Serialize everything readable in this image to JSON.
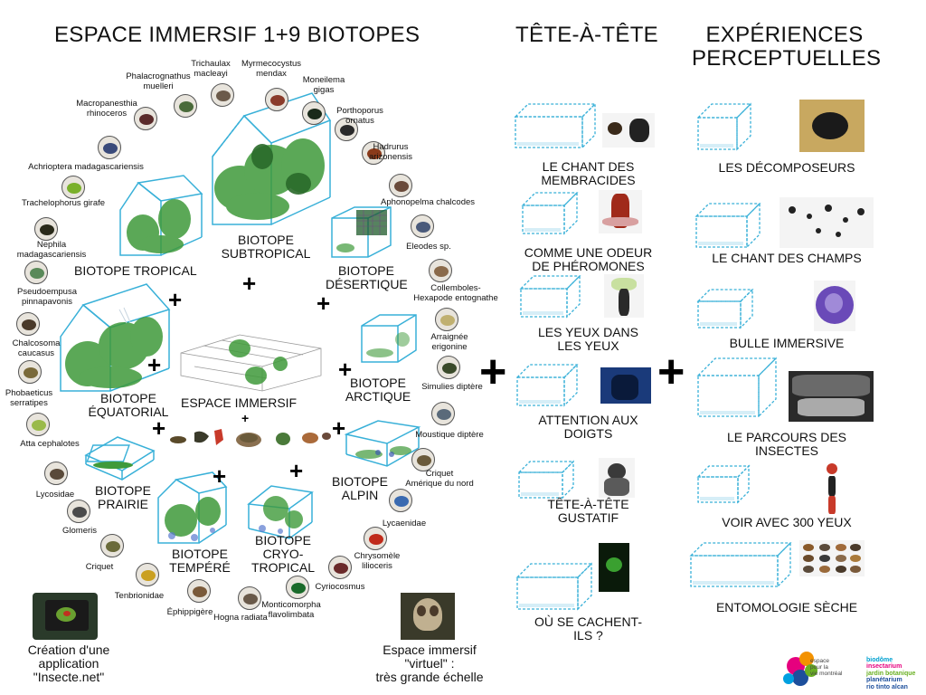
{
  "headers": {
    "immersive": "ESPACE IMMERSIF 1+9 BIOTOPES",
    "tete": "TÊTE-À-TÊTE",
    "experiences_1": "EXPÉRIENCES",
    "experiences_2": "PERCEPTUELLES"
  },
  "biotopes": {
    "subtropical_1": "BIOTOPE",
    "subtropical_2": "SUBTROPICAL",
    "tropical": "BIOTOPE TROPICAL",
    "desertique_1": "BIOTOPE",
    "desertique_2": "DÉSERTIQUE",
    "equatorial_1": "BIOTOPE",
    "equatorial_2": "ÉQUATORIAL",
    "espace": "ESPACE IMMERSIF",
    "arctique_1": "BIOTOPE",
    "arctique_2": "ARCTIQUE",
    "prairie_1": "BIOTOPE",
    "prairie_2": "PRAIRIE",
    "alpin_1": "BIOTOPE",
    "alpin_2": "ALPIN",
    "tempere_1": "BIOTOPE",
    "tempere_2": "TEMPÉRÉ",
    "cryo_1": "BIOTOPE",
    "cryo_2": "CRYO-",
    "cryo_3": "TROPICAL"
  },
  "species": [
    {
      "l1": "Trichaulax",
      "l2": "macleayi",
      "color": "#6b5a4a"
    },
    {
      "l1": "Myrmecocystus",
      "l2": "mendax",
      "color": "#8a3b2a"
    },
    {
      "l1": "Phalacrognathus",
      "l2": "muelleri",
      "color": "#4a6a3a"
    },
    {
      "l1": "Moneilema",
      "l2": "gigas",
      "color": "#1a2a1a"
    },
    {
      "l1": "Macropanesthia",
      "l2": "rhinoceros",
      "color": "#5a2a2a"
    },
    {
      "l1": "Porthoporus",
      "l2": "ornatus",
      "color": "#2a2a2a"
    },
    {
      "l1": "Hadrurus",
      "l2": "arizonensis",
      "color": "#8a3a1a"
    },
    {
      "l1": "Achrioptera madagascariensis",
      "l2": "",
      "color": "#3a4a7a"
    },
    {
      "l1": "Trachelophorus girafe",
      "l2": "",
      "color": "#7ab02a"
    },
    {
      "l1": "Aphonopelma chalcodes",
      "l2": "",
      "color": "#6a4a3a"
    },
    {
      "l1": "Nephila",
      "l2": "madagascariensis",
      "color": "#2a2a1a"
    },
    {
      "l1": "Eleodes sp.",
      "l2": "",
      "color": "#4a5a7a"
    },
    {
      "l1": "Pseudoempusa",
      "l2": "pinnapavonis",
      "color": "#5a8a5a"
    },
    {
      "l1": "Collemboles-",
      "l2": "Hexapode entognathe",
      "color": "#8a6a4a"
    },
    {
      "l1": "Chalcosoma",
      "l2": "caucasus",
      "color": "#4a3a2a"
    },
    {
      "l1": "Arraignée",
      "l2": "erigonine",
      "color": "#c0b070"
    },
    {
      "l1": "Phobaeticus",
      "l2": "serratipes",
      "color": "#7a6a3a"
    },
    {
      "l1": "Simulies diptère",
      "l2": "",
      "color": "#3a4a2a"
    },
    {
      "l1": "Atta cephalotes",
      "l2": "",
      "color": "#9aba4a"
    },
    {
      "l1": "Moustique diptère",
      "l2": "",
      "color": "#5a6a7a"
    },
    {
      "l1": "Criquet",
      "l2": "Amérique du nord",
      "color": "#6a5a3a"
    },
    {
      "l1": "Lycosidae",
      "l2": "",
      "color": "#5a4a3a"
    },
    {
      "l1": "Lycaenidae",
      "l2": "",
      "color": "#3a6ab0"
    },
    {
      "l1": "Glomeris",
      "l2": "",
      "color": "#4a4a4a"
    },
    {
      "l1": "Chrysomèle",
      "l2": "lilioceris",
      "color": "#c02a1a"
    },
    {
      "l1": "Criquet",
      "l2": "",
      "color": "#6a6a3a"
    },
    {
      "l1": "Cyriocosmus",
      "l2": "",
      "color": "#6a2a2a"
    },
    {
      "l1": "Tenbrionidae",
      "l2": "",
      "color": "#caa020"
    },
    {
      "l1": "Monticomorpha",
      "l2": "flavolimbata",
      "color": "#1a6a2a"
    },
    {
      "l1": "Éphippigère",
      "l2": "",
      "color": "#7a5a3a"
    },
    {
      "l1": "Hogna radiata",
      "l2": "",
      "color": "#6a5a4a"
    }
  ],
  "tete_items": [
    {
      "l1": "LE CHANT DES",
      "l2": "MEMBRACIDES"
    },
    {
      "l1": "COMME UNE ODEUR",
      "l2": "DE PHÉROMONES"
    },
    {
      "l1": "LES YEUX DANS",
      "l2": "LES YEUX"
    },
    {
      "l1": "ATTENTION AUX",
      "l2": "DOIGTS"
    },
    {
      "l1": "TÊTE-À-TÊTE",
      "l2": "GUSTATIF"
    },
    {
      "l1": "OÙ SE CACHENT-",
      "l2": "ILS ?"
    }
  ],
  "exp_items": [
    {
      "l1": "LES DÉCOMPOSEURS",
      "l2": ""
    },
    {
      "l1": "LE CHANT DES CHAMPS",
      "l2": ""
    },
    {
      "l1": "BULLE IMMERSIVE",
      "l2": ""
    },
    {
      "l1": "LE PARCOURS DES",
      "l2": "INSECTES"
    },
    {
      "l1": "VOIR AVEC 300 YEUX",
      "l2": ""
    },
    {
      "l1": "ENTOMOLOGIE SÈCHE",
      "l2": ""
    }
  ],
  "notes": {
    "app_1": "Création d'une",
    "app_2": "application",
    "app_3": "\"Insecte.net\"",
    "virtual_1": "Espace immersif",
    "virtual_2": "\"virtuel\" :",
    "virtual_3": "très grande échelle"
  },
  "logo": {
    "left_1": "espace",
    "left_2": "pour la",
    "left_3": "vie montréal",
    "r1": "biodôme",
    "r2": "insectarium",
    "r3": "jardin botanique",
    "r4": "planétarium",
    "r5": "rio tinto alcan"
  },
  "colors": {
    "blueprint": "#38b0d8",
    "plant": "#3f9a3a",
    "logo_pink": "#e6007e",
    "logo_green": "#6ab023",
    "logo_blue": "#1d4f9c"
  }
}
